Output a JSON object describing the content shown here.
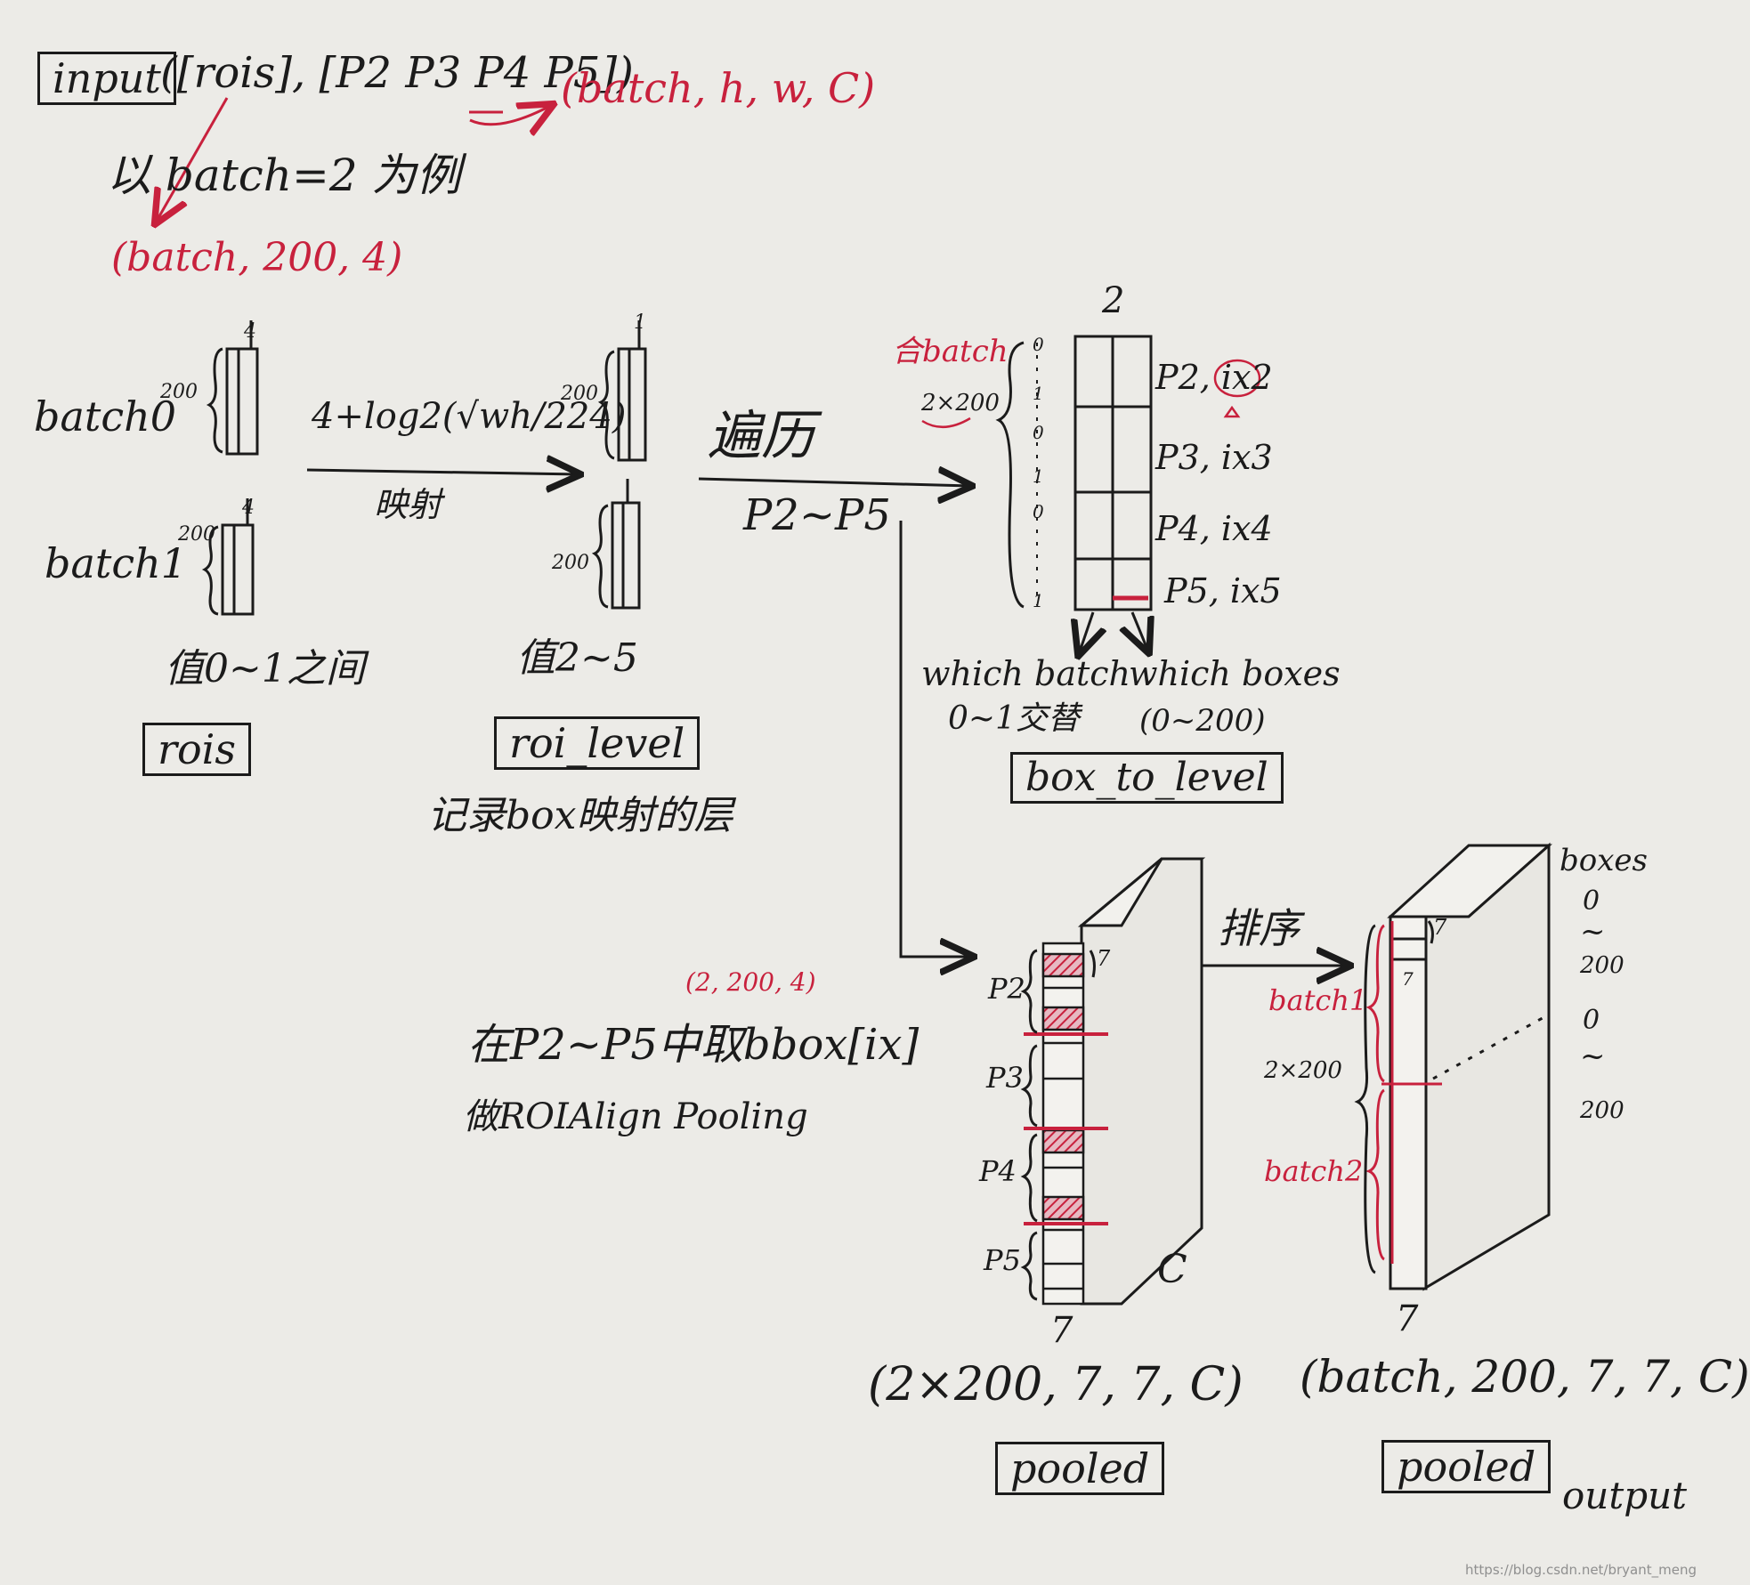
{
  "header": {
    "input_label": "input",
    "input_args": "([rois], [P2 P3 P4 P5])",
    "shape_feature": "(batch, h, w, C)",
    "example_note": "以 batch=2 为例",
    "rois_shape": "(batch, 200, 4)"
  },
  "rois_block": {
    "batch0": "batch0",
    "batch1": "batch1",
    "dim_200": "200",
    "dim_4": "4",
    "range_note": "值0~1之间",
    "name": "rois"
  },
  "mapping": {
    "formula": "4+log2(√wh/224)",
    "arrow_label": "映射"
  },
  "roi_level_block": {
    "dim_200": "200",
    "dim_1": "1",
    "range_note": "值2~5",
    "name": "roi_level",
    "note": "记录box映射的层"
  },
  "traverse": {
    "label": "遍历",
    "range": "P2~P5"
  },
  "box_to_level_block": {
    "merge_note": "合batch",
    "rows": "2×200",
    "cols": "2",
    "col_labels": [
      "0",
      "1",
      "0",
      "1",
      "0",
      "1"
    ],
    "levels": [
      "P2, ix2",
      "P3, ix3",
      "P4, ix4",
      "P5, ix5"
    ],
    "which_batch": "which batch",
    "which_batch_note": "0~1交替",
    "which_boxes": "which boxes",
    "which_boxes_note": "(0~200)",
    "name": "box_to_level"
  },
  "roi_align": {
    "shape": "(2, 200, 4)",
    "line1": "在P2~P5中取bbox[ix]",
    "line2": "做ROIAlign Pooling"
  },
  "pooled_left": {
    "levels": [
      "P2",
      "P3",
      "P4",
      "P5"
    ],
    "dim_7": "7",
    "dim_c": "C",
    "shape": "(2×200, 7, 7, C)",
    "name": "pooled"
  },
  "sort": {
    "label": "排序"
  },
  "pooled_right": {
    "batch1": "batch1",
    "batch2": "batch2",
    "rows": "2×200",
    "boxes_title": "boxes",
    "boxes_range": [
      "0",
      "~",
      "200",
      "0",
      "~",
      "200"
    ],
    "dim_7": "7",
    "shape": "(batch, 200, 7, 7, C)",
    "name": "pooled",
    "output": "output"
  },
  "colors": {
    "ink": "#1b1b1b",
    "red": "#c8213d",
    "paper": "#ecebe7"
  },
  "watermark": "https://blog.csdn.net/bryant_meng"
}
